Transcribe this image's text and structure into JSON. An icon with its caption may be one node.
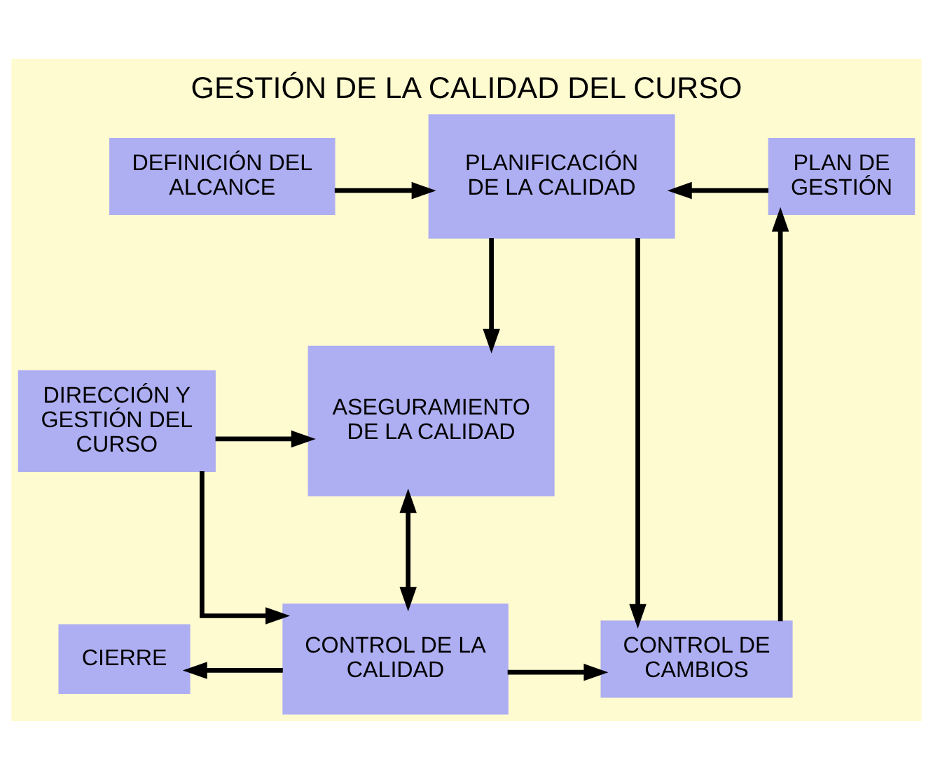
{
  "diagram": {
    "title": "GESTIÓN DE LA CALIDAD DEL CURSO",
    "nodes": [
      {
        "text": [
          "DEFINICIÓN DEL ALCANCE"
        ]
      },
      {
        "text": [
          "PLANIFICACIÓN DE LA CALIDAD"
        ]
      },
      {
        "text": [
          "PLAN DE GESTIÓN"
        ]
      },
      {
        "text": [
          "DIRECCIÓN Y GESTIÓN DEL CURSO"
        ]
      },
      {
        "text": [
          "ASEGURAMIENTO DE LA CALIDAD"
        ]
      },
      {
        "text": [
          "CIERRE"
        ]
      },
      {
        "text": [
          "CONTROL DE LA CALIDAD"
        ]
      },
      {
        "text": [
          "CONTROL DE CAMBIOS"
        ]
      }
    ],
    "edges": [
      {
        "from": 0,
        "to": 1,
        "arrow": "to"
      },
      {
        "from": 2,
        "to": 1,
        "arrow": "to"
      },
      {
        "from": 1,
        "to": 4,
        "arrow": "to"
      },
      {
        "from": 1,
        "to": 7,
        "arrow": "to"
      },
      {
        "from": 3,
        "to": 4,
        "arrow": "to"
      },
      {
        "from": 3,
        "to": 6,
        "arrow": "to"
      },
      {
        "from": 4,
        "to": 6,
        "arrow": "both"
      },
      {
        "from": 6,
        "to": 5,
        "arrow": "to"
      },
      {
        "from": 6,
        "to": 7,
        "arrow": "to"
      },
      {
        "from": 7,
        "to": 2,
        "arrow": "to"
      }
    ]
  }
}
